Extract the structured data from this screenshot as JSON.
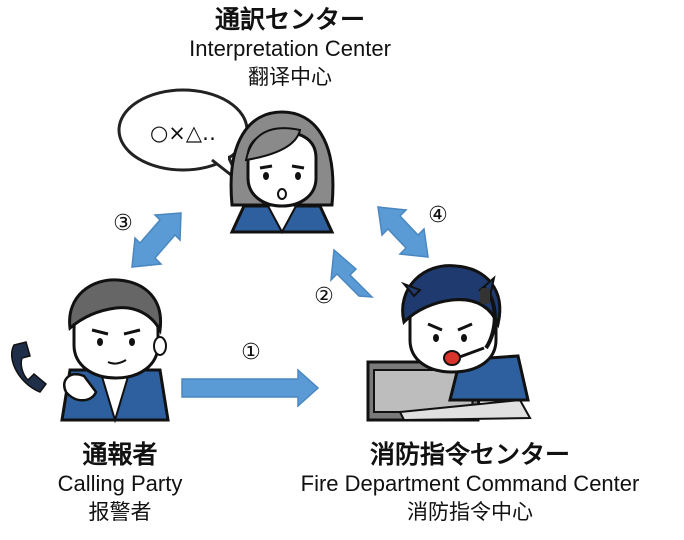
{
  "nodes": {
    "interpretation": {
      "ja": "通訳センター",
      "en": "Interpretation Center",
      "zh": "翻译中心"
    },
    "caller": {
      "ja": "通報者",
      "en": "Calling Party",
      "zh": "报警者"
    },
    "fire": {
      "ja": "消防指令センター",
      "en": "Fire Department Command Center",
      "zh": "消防指令中心"
    }
  },
  "speech_bubble": "○×△‥",
  "steps": [
    "①",
    "②",
    "③",
    "④"
  ],
  "colors": {
    "arrow": "#5b9bd5",
    "arrow_edge": "#4a87c0",
    "uniform": "#2e5f9e",
    "hair_fire": "#1f3a6e",
    "skin": "#ffffff"
  }
}
